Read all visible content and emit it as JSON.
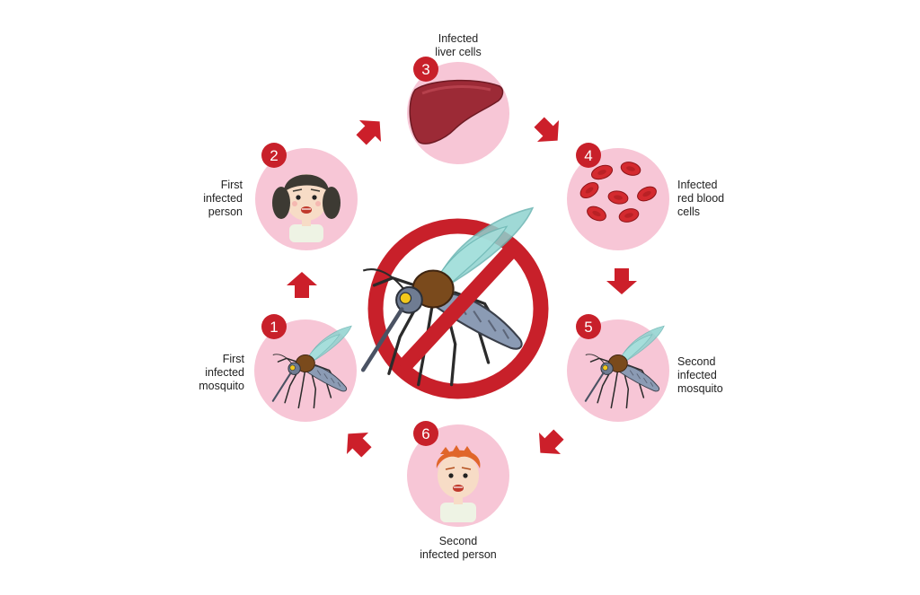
{
  "stages": [
    {
      "number": "1",
      "label_lines": [
        "First",
        "infected",
        "mosquito"
      ],
      "icon": "mosquito-icon"
    },
    {
      "number": "2",
      "label_lines": [
        "First",
        "infected",
        "person"
      ],
      "icon": "girl-face-icon"
    },
    {
      "number": "3",
      "label_lines": [
        "Infected",
        "liver cells"
      ],
      "icon": "liver-icon"
    },
    {
      "number": "4",
      "label_lines": [
        "Infected",
        "red blood",
        "cells"
      ],
      "icon": "red-blood-cells-icon"
    },
    {
      "number": "5",
      "label_lines": [
        "Second",
        "infected",
        "mosquito"
      ],
      "icon": "mosquito-icon"
    },
    {
      "number": "6",
      "label_lines": [
        "Second",
        "infected person"
      ],
      "icon": "boy-face-icon"
    }
  ],
  "center_icon": "no-mosquito-sign-icon",
  "colors": {
    "circle_fill": "#f7c6d6",
    "accent_red": "#c8202a",
    "arrow_red": "#cc1f2a",
    "badge_text": "#ffffff",
    "mosquito_body": "#8b9bb4",
    "mosquito_wing": "#8fd3d0",
    "mosquito_thorax": "#7a4a1c",
    "liver": "#9c2a36",
    "blood_cell": "#d42a2f",
    "skin": "#f7dcc6"
  }
}
